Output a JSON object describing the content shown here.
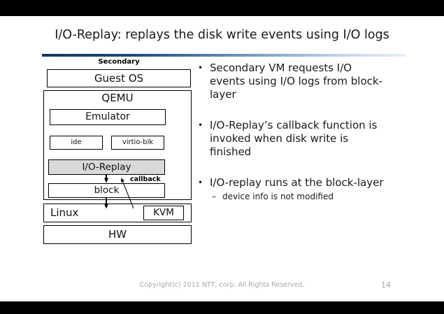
{
  "slide": {
    "title": "I/O-Replay: replays the disk write events using I/O logs",
    "footer": {
      "copyright": "Copyright(c) 2011 NTT, corp. All Rights Reserved.",
      "page_number": "14"
    }
  },
  "diagram": {
    "secondary_label": "Secondary",
    "guest_os": "Guest OS",
    "qemu": "QEMU",
    "emulator": "Emulator",
    "ide": "ide",
    "virtio_blk": "virtio-blk",
    "io_replay": "I/O-Replay",
    "callback_label": "callback",
    "block": "block",
    "linux": "Linux",
    "kvm": "KVM",
    "hw": "HW"
  },
  "bullets": [
    {
      "lines": [
        "Secondary VM requests I/O",
        "events using I/O logs from block-",
        "layer"
      ],
      "sub": []
    },
    {
      "lines": [
        "I/O-Replay’s callback function is",
        "invoked when disk write is",
        "finished"
      ],
      "sub": []
    },
    {
      "lines": [
        "I/O-replay runs at the block-layer"
      ],
      "sub": [
        "device info is not modified"
      ]
    }
  ],
  "markers": {
    "bullet": "•",
    "dash": "–"
  },
  "colors": {
    "accent_dark": "#16365c",
    "accent_light": "#e6edf6",
    "io_replay_fill": "#d9d9d9",
    "footer_gray": "#a6a6a6",
    "letterbox": "#000000"
  }
}
